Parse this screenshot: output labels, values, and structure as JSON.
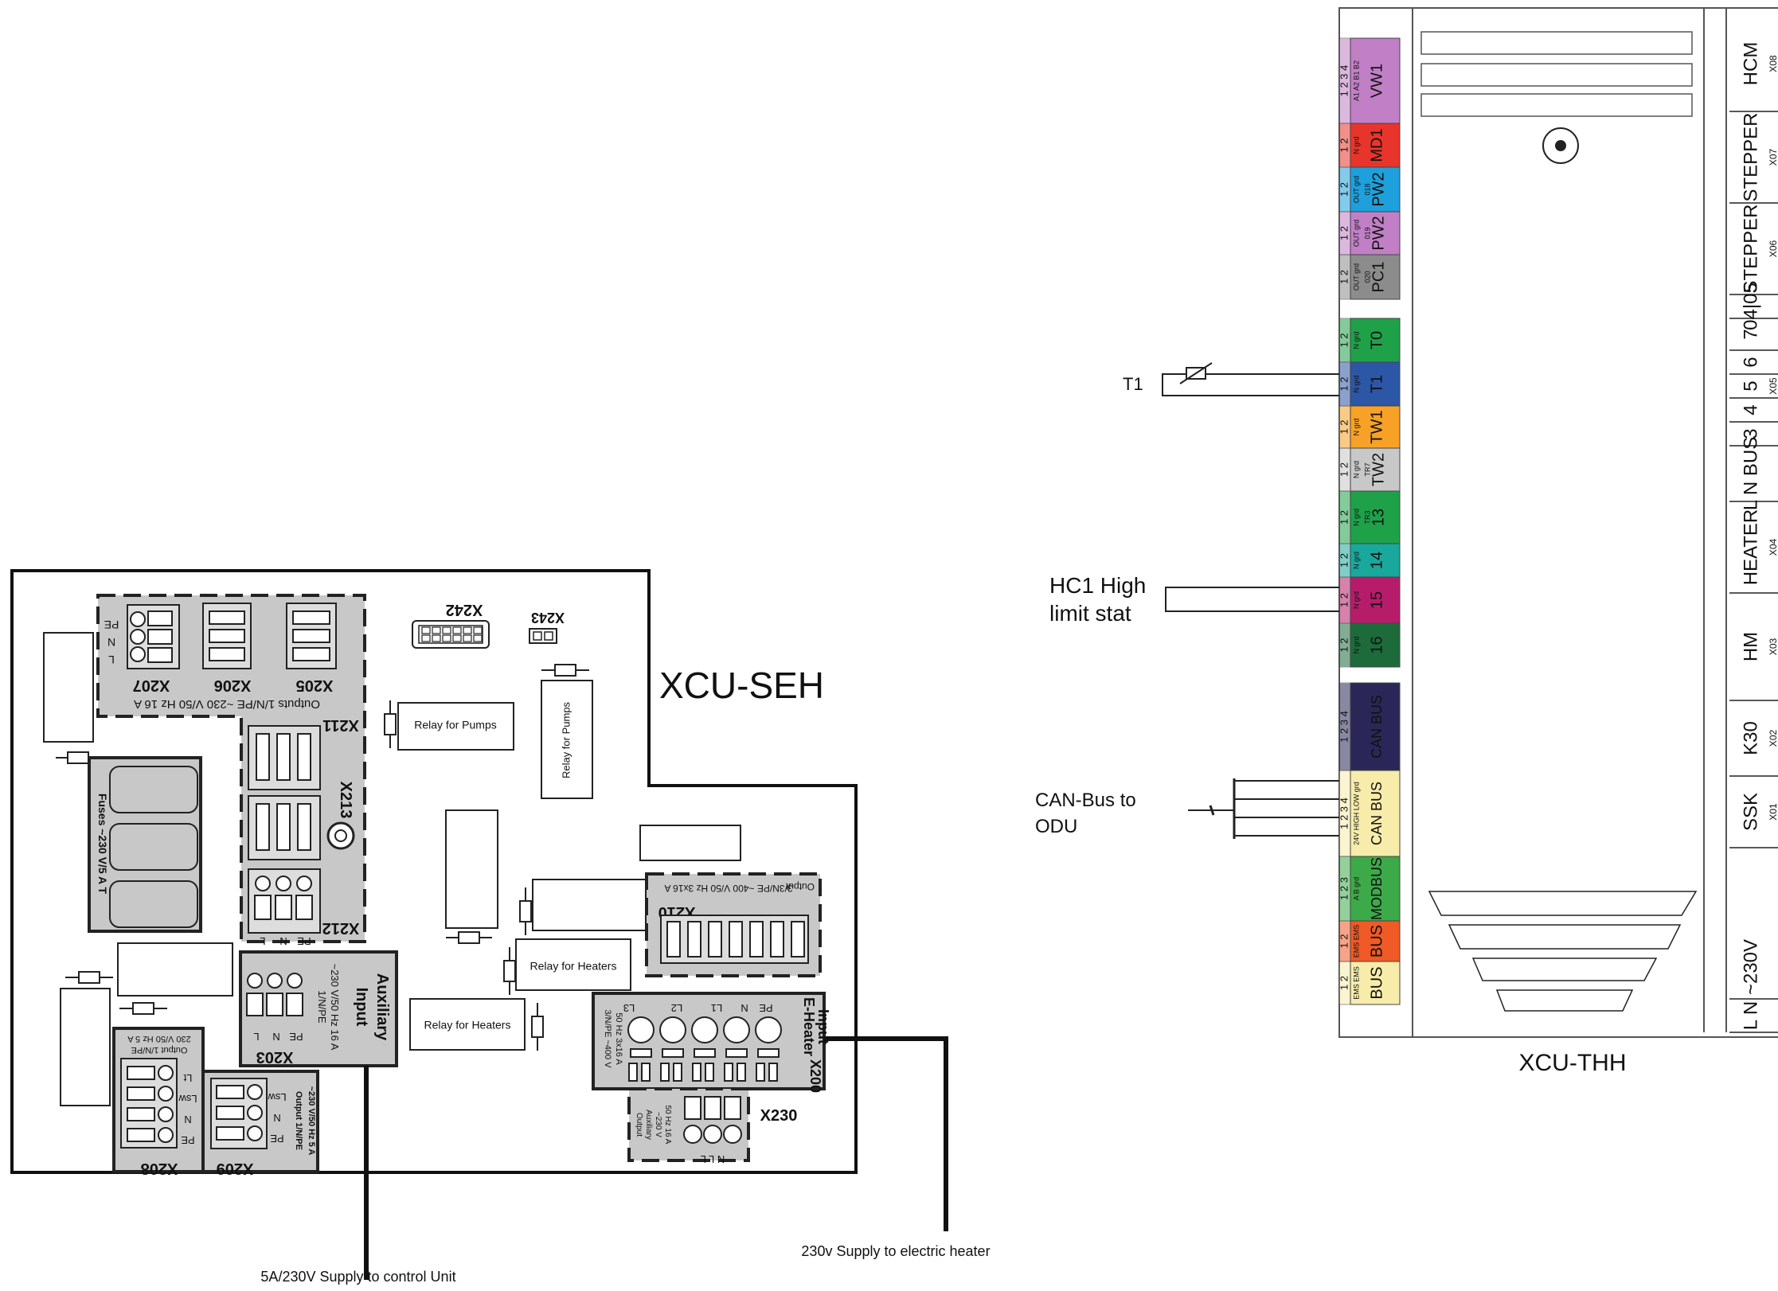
{
  "colors": {
    "grey_block": "#c8c8c8",
    "violet": "#c17fc6",
    "red": "#e8352b",
    "blue": "#1ea0dc",
    "grey": "#8c8c8c",
    "green": "#1fa14a",
    "dark_blue": "#2c56a6",
    "orange": "#f7a226",
    "light_grey": "#c8c8c8",
    "teal": "#19a89c",
    "magenta": "#b71c6b",
    "dark_green": "#1d6b3b",
    "navy": "#2a2758",
    "cream": "#f7ecaa",
    "modbus_green": "#3caa48",
    "bus_orange": "#ef5a26"
  },
  "seh": {
    "title": "XCU-SEH",
    "x207": "X207",
    "x206": "X206",
    "x205": "X205",
    "outputs_label": "Outputs 1/N/PE  ~230 V/50 Hz 16 A",
    "pe": "PE",
    "n": "N",
    "l": "L",
    "x242": "X242",
    "x243": "X243",
    "x211": "X211",
    "x213": "X213",
    "x212": "X212",
    "relay_pumps_1": "Relay for Pumps",
    "relay_pumps_2": "Relay for Pumps",
    "relay_heaters_1": "Relay for Heaters",
    "relay_heaters_2": "Relay for Heaters",
    "fuses": "Fuses ~230 V/5 A T",
    "x210": "X210",
    "x210_label": "3/3N/PE ~400 V/50 Hz 3x16 A",
    "output": "Output",
    "x203": "X203",
    "input_aux": "Input",
    "auxiliary": "Auxiliary",
    "x203_spec_1": "1/N/PE",
    "x203_spec_2": "~230 V/50 Hz 16 A",
    "x208": "X208",
    "x208_spec_1": "Output 1/N/PE",
    "x208_spec_2": "230 V/50 Hz 5 A",
    "lsw": "Lsw",
    "lt": "Lt",
    "x209": "X209",
    "x209_spec_1": "Output 1/N/PE",
    "x209_spec_2": "~230 V/50 Hz 5 A",
    "x200": "X200",
    "eheater": "E-Heater",
    "eheater_input": "Input",
    "eheater_spec_1": "3/N/PE ~400 V",
    "eheater_spec_2": "50 Hz 3x16 A",
    "l3": "L3",
    "l2": "L2",
    "l1": "L1",
    "x230": "X230",
    "x230_spec_1": "Output",
    "x230_spec_2": "Auxiliary",
    "x230_spec_3": "~230 V",
    "x230_spec_4": "50 Hz 16 A",
    "x230_pins": "N  L  L"
  },
  "thh": {
    "title": "XCU-THH",
    "terminals": [
      {
        "label": "VW1",
        "pins": "1 2 3 4",
        "sub": "A1 A2 B1 B2"
      },
      {
        "label": "MD1",
        "pins": "1 2",
        "sub": "N grd"
      },
      {
        "label": "PW2",
        "pins": "1 2",
        "sub": "OUT grd",
        "extra": "018"
      },
      {
        "label": "PW2",
        "pins": "1 2",
        "sub": "OUT grd",
        "extra": "019"
      },
      {
        "label": "PC1",
        "pins": "1 2",
        "sub": "OUT grd",
        "extra": "020"
      },
      {
        "label": "T0",
        "pins": "1 2",
        "sub": "N grd"
      },
      {
        "label": "T1",
        "pins": "1 2",
        "sub": "N grd"
      },
      {
        "label": "TW1",
        "pins": "1 2",
        "sub": "N grd"
      },
      {
        "label": "TW2",
        "pins": "1 2",
        "sub": "N grd",
        "extra": "TR7"
      },
      {
        "label": "13",
        "pins": "1 2",
        "sub": "N grd",
        "extra": "TR3"
      },
      {
        "label": "14",
        "pins": "1 2",
        "sub": "N grd"
      },
      {
        "label": "15",
        "pins": "1 2",
        "sub": "N grd"
      },
      {
        "label": "16",
        "pins": "1 2",
        "sub": "N grd"
      },
      {
        "label": "CAN BUS",
        "pins": "1 2 3 4",
        "sub": ""
      },
      {
        "label": "CAN BUS",
        "pins": "1 2 3 4",
        "sub": "24V HIGH LOW grd"
      },
      {
        "label": "MODBUS",
        "pins": "1 2 3",
        "sub": "A B grd"
      },
      {
        "label": "BUS",
        "pins": "1 2",
        "sub": "EMS EMS"
      },
      {
        "label": "BUS",
        "pins": "1 2",
        "sub": "EMS EMS"
      }
    ],
    "right_labels": [
      {
        "label": "HCM",
        "x": "X08"
      },
      {
        "label": "STEPPER",
        "x": "X07"
      },
      {
        "label": "STEPPER",
        "x": "X06"
      },
      {
        "label": "04|05",
        "x": ""
      },
      {
        "label": "7",
        "x": ""
      },
      {
        "label": "6",
        "x": ""
      },
      {
        "label": "5",
        "x": "X05"
      },
      {
        "label": "4",
        "x": ""
      },
      {
        "label": "3",
        "x": ""
      },
      {
        "label": "L N BUS",
        "x": ""
      },
      {
        "label": "HEATER",
        "x": "X04"
      },
      {
        "label": "HM",
        "x": "X03"
      },
      {
        "label": "K30",
        "x": "X02"
      },
      {
        "label": "SSK",
        "x": "X01"
      },
      {
        "label": "~230V",
        "x": ""
      },
      {
        "label": "L N",
        "x": ""
      }
    ]
  },
  "labels": {
    "t1": "T1",
    "hc1_line1": "HC1 High",
    "hc1_line2": "limit stat",
    "canbus_line1": "CAN-Bus to",
    "canbus_line2": "ODU",
    "supply_heater": "230v Supply to electric heater",
    "supply_control": "5A/230V Supply to control Unit"
  }
}
